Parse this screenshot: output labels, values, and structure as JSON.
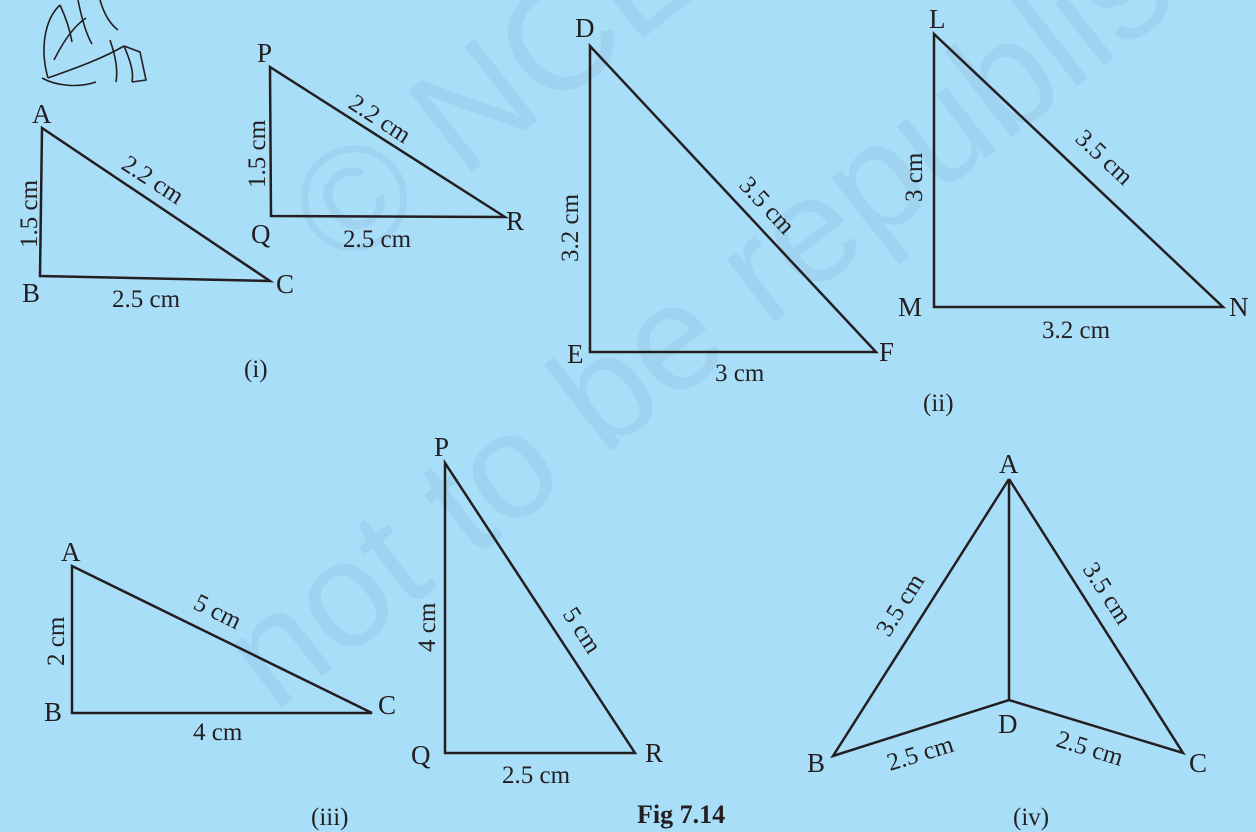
{
  "watermark": {
    "line1": "© NCERT",
    "line2": "not to be republished"
  },
  "figure_caption": "Fig 7.14",
  "groups": {
    "i": {
      "caption": "(i)",
      "triangle_abc": {
        "vertices": {
          "A": "A",
          "B": "B",
          "C": "C"
        },
        "sides": {
          "AB": "1.5 cm",
          "AC": "2.2 cm",
          "BC": "2.5 cm"
        }
      },
      "triangle_pqr": {
        "vertices": {
          "P": "P",
          "Q": "Q",
          "R": "R"
        },
        "sides": {
          "PQ": "1.5 cm",
          "PR": "2.2 cm",
          "QR": "2.5 cm"
        }
      }
    },
    "ii": {
      "caption": "(ii)",
      "triangle_def": {
        "vertices": {
          "D": "D",
          "E": "E",
          "F": "F"
        },
        "sides": {
          "DE": "3.2 cm",
          "DF": "3.5 cm",
          "EF": "3 cm"
        }
      },
      "triangle_lmn": {
        "vertices": {
          "L": "L",
          "M": "M",
          "N": "N"
        },
        "sides": {
          "LM": "3 cm",
          "LN": "3.5 cm",
          "MN": "3.2 cm"
        }
      }
    },
    "iii": {
      "caption": "(iii)",
      "triangle_abc": {
        "vertices": {
          "A": "A",
          "B": "B",
          "C": "C"
        },
        "sides": {
          "AB": "2 cm",
          "AC": "5 cm",
          "BC": "4 cm"
        }
      },
      "triangle_pqr": {
        "vertices": {
          "P": "P",
          "Q": "Q",
          "R": "R"
        },
        "sides": {
          "PQ": "4 cm",
          "PR": "5 cm",
          "QR": "2.5 cm"
        }
      }
    },
    "iv": {
      "caption": "(iv)",
      "figure_abdc": {
        "vertices": {
          "A": "A",
          "B": "B",
          "C": "C",
          "D": "D"
        },
        "sides": {
          "AB": "3.5 cm",
          "AC": "3.5 cm",
          "BD": "2.5 cm",
          "DC": "2.5 cm"
        }
      }
    }
  }
}
